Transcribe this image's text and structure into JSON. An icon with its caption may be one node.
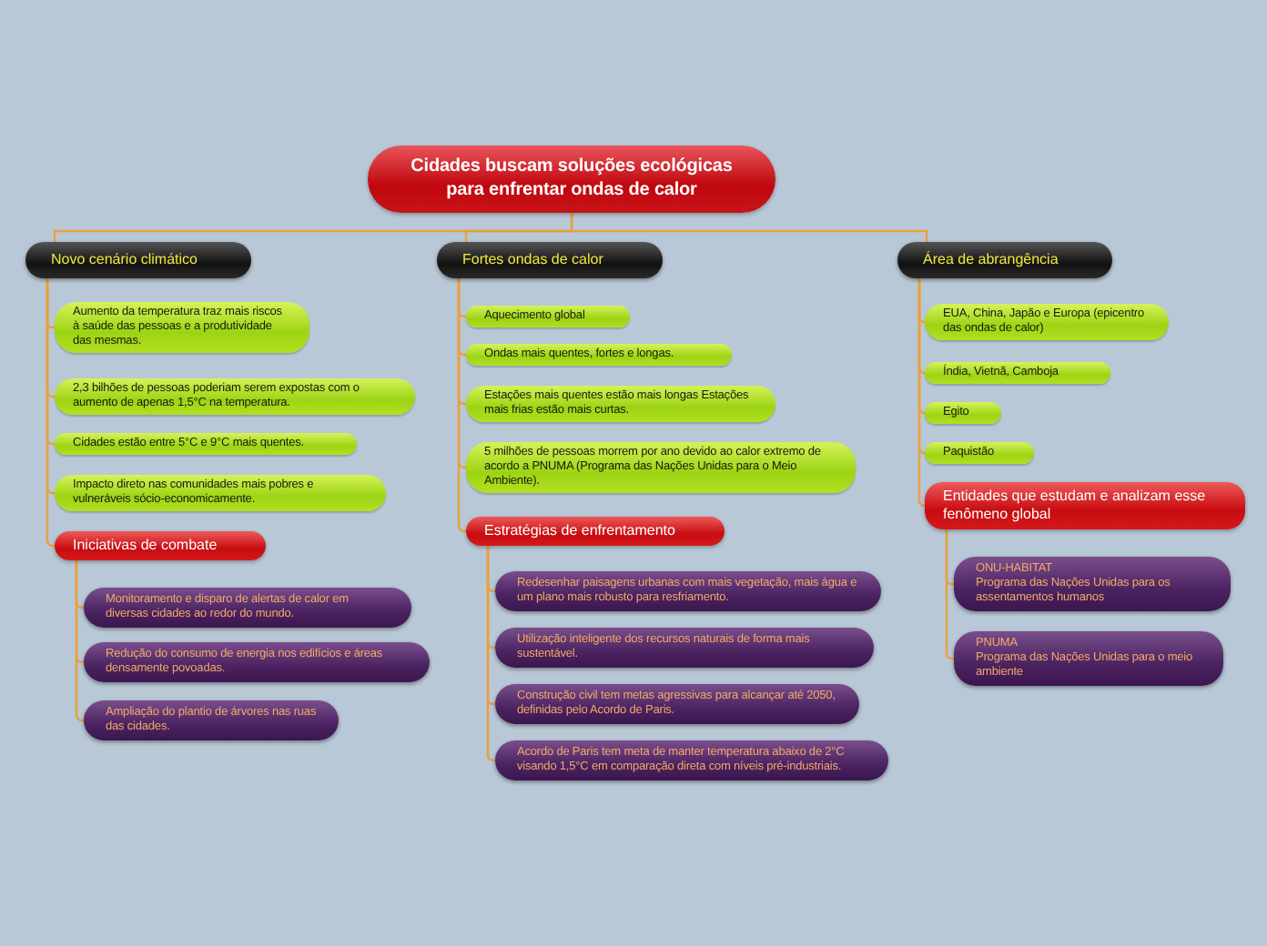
{
  "diagram": {
    "nodes": [
      {
        "text": [
          "Cidades buscam soluções ecológicas para enfrentar ondas de calor"
        ]
      },
      {
        "text": [
          "Novo cenário climático"
        ]
      },
      {
        "text": [
          "Aumento da temperatura traz mais riscos à saúde das pessoas e a produtividade das mesmas."
        ]
      },
      {
        "text": [
          "2,3 bilhões de pessoas poderiam serem expostas com o aumento de apenas 1,5°C na temperatura."
        ]
      },
      {
        "text": [
          "Cidades estão entre 5°C e 9°C mais quentes."
        ]
      },
      {
        "text": [
          "Impacto direto nas comunidades mais pobres e vulneráveis sócio-economicamente."
        ]
      },
      {
        "text": [
          "Iniciativas de combate"
        ]
      },
      {
        "text": [
          "Monitoramento e disparo de alertas de calor em diversas cidades ao redor do mundo."
        ]
      },
      {
        "text": [
          "Redução do consumo de energia nos edifícios e áreas densamente povoadas."
        ]
      },
      {
        "text": [
          "Ampliação do plantio de árvores nas ruas das cidades."
        ]
      },
      {
        "text": [
          "Fortes ondas de calor"
        ]
      },
      {
        "text": [
          "Aquecimento global"
        ]
      },
      {
        "text": [
          "Ondas mais quentes, fortes e longas."
        ]
      },
      {
        "text": [
          "Estações mais quentes estão mais longas Estações mais frias estão mais curtas."
        ]
      },
      {
        "text": [
          "5 milhões de pessoas morrem por ano devido ao calor extremo de acordo a PNUMA (Programa das Nações Unidas para o Meio Ambiente)."
        ]
      },
      {
        "text": [
          "Estratégias de enfrentamento"
        ]
      },
      {
        "text": [
          "Redesenhar paisagens urbanas com mais vegetação, mais água e um plano mais robusto para resfriamento."
        ]
      },
      {
        "text": [
          "Utilização inteligente dos recursos naturais de forma mais sustentável."
        ]
      },
      {
        "text": [
          "Construção civil tem metas agressivas para alcançar até 2050, definidas pelo Acordo de Paris."
        ]
      },
      {
        "text": [
          "Acordo de Paris tem meta de manter temperatura abaixo de 2°C visando 1,5°C em comparação direta com níveis pré-industriais."
        ]
      },
      {
        "text": [
          "Área de abrangência"
        ]
      },
      {
        "text": [
          "EUA, China, Japão e Europa (epicentro das ondas de calor)"
        ]
      },
      {
        "text": [
          "Índia, Vietnã, Camboja"
        ]
      },
      {
        "text": [
          "Egito"
        ]
      },
      {
        "text": [
          "Paquistão"
        ]
      },
      {
        "text": [
          "Entidades que estudam e analizam esse fenômeno global"
        ]
      },
      {
        "text": [
          "ONU-HABITAT",
          "Programa das Nações Unidas para os assentamentos humanos"
        ]
      },
      {
        "text": [
          "PNUMA",
          "Programa das Nações Unidas para o meio ambiente"
        ]
      }
    ],
    "edges": [
      {
        "from": 0,
        "to": 1,
        "arrow": "none"
      },
      {
        "from": 0,
        "to": 10,
        "arrow": "none"
      },
      {
        "from": 0,
        "to": 20,
        "arrow": "none"
      },
      {
        "from": 1,
        "to": 2,
        "arrow": "none"
      },
      {
        "from": 1,
        "to": 3,
        "arrow": "none"
      },
      {
        "from": 1,
        "to": 4,
        "arrow": "none"
      },
      {
        "from": 1,
        "to": 5,
        "arrow": "none"
      },
      {
        "from": 1,
        "to": 6,
        "arrow": "none"
      },
      {
        "from": 6,
        "to": 7,
        "arrow": "none"
      },
      {
        "from": 6,
        "to": 8,
        "arrow": "none"
      },
      {
        "from": 6,
        "to": 9,
        "arrow": "none"
      },
      {
        "from": 10,
        "to": 11,
        "arrow": "none"
      },
      {
        "from": 10,
        "to": 12,
        "arrow": "none"
      },
      {
        "from": 10,
        "to": 13,
        "arrow": "none"
      },
      {
        "from": 10,
        "to": 14,
        "arrow": "none"
      },
      {
        "from": 10,
        "to": 15,
        "arrow": "none"
      },
      {
        "from": 15,
        "to": 16,
        "arrow": "none"
      },
      {
        "from": 15,
        "to": 17,
        "arrow": "none"
      },
      {
        "from": 15,
        "to": 18,
        "arrow": "none"
      },
      {
        "from": 15,
        "to": 19,
        "arrow": "none"
      },
      {
        "from": 20,
        "to": 21,
        "arrow": "none"
      },
      {
        "from": 20,
        "to": 22,
        "arrow": "none"
      },
      {
        "from": 20,
        "to": 23,
        "arrow": "none"
      },
      {
        "from": 20,
        "to": 24,
        "arrow": "none"
      },
      {
        "from": 20,
        "to": 25,
        "arrow": "none"
      },
      {
        "from": 25,
        "to": 26,
        "arrow": "none"
      },
      {
        "from": 25,
        "to": 27,
        "arrow": "none"
      }
    ]
  }
}
